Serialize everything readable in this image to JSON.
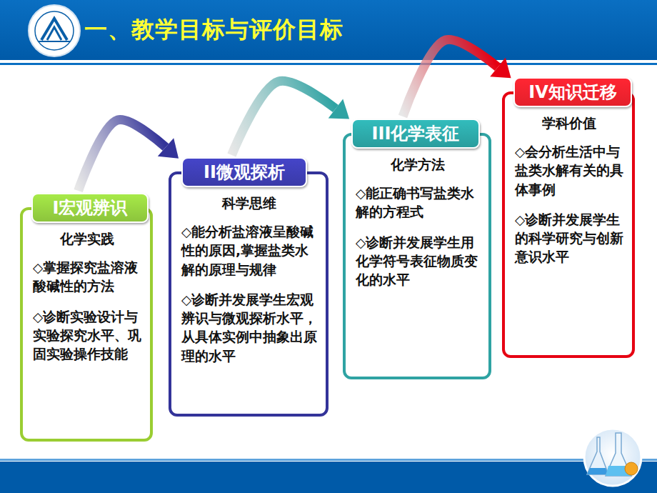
{
  "diagram": {
    "title": "一、教学目标与评价目标",
    "nodes": [
      {
        "text": [
          "I宏观辨识",
          "化学实践",
          "◇掌握探究盐溶液酸碱性的方法",
          "◇诊断实验设计与实验探究水平、巩固实验操作技能"
        ]
      },
      {
        "text": [
          "II微观探析",
          "科学思维",
          "◇能分析盐溶液呈酸碱性的原因,掌握盐类水解的原理与规律",
          "◇诊断并发展学生宏观辨识与微观探析水平，从具体实例中抽象出原理的水平"
        ]
      },
      {
        "text": [
          "III化学表征",
          "化学方法",
          "◇能正确书写盐类水解的方程式",
          "◇诊断并发展学生用化学符号表征物质变化的水平"
        ]
      },
      {
        "text": [
          "IV知识迁移",
          "学科价值",
          "◇会分析生活中与盐类水解有关的具体事例",
          "◇诊断并发展学生的科学研究与创新意识水平"
        ]
      }
    ],
    "edges": [
      {
        "from": 0,
        "to": 1,
        "arrow": "to"
      },
      {
        "from": 1,
        "to": 2,
        "arrow": "to"
      },
      {
        "from": 2,
        "to": 3,
        "arrow": "to"
      }
    ]
  }
}
